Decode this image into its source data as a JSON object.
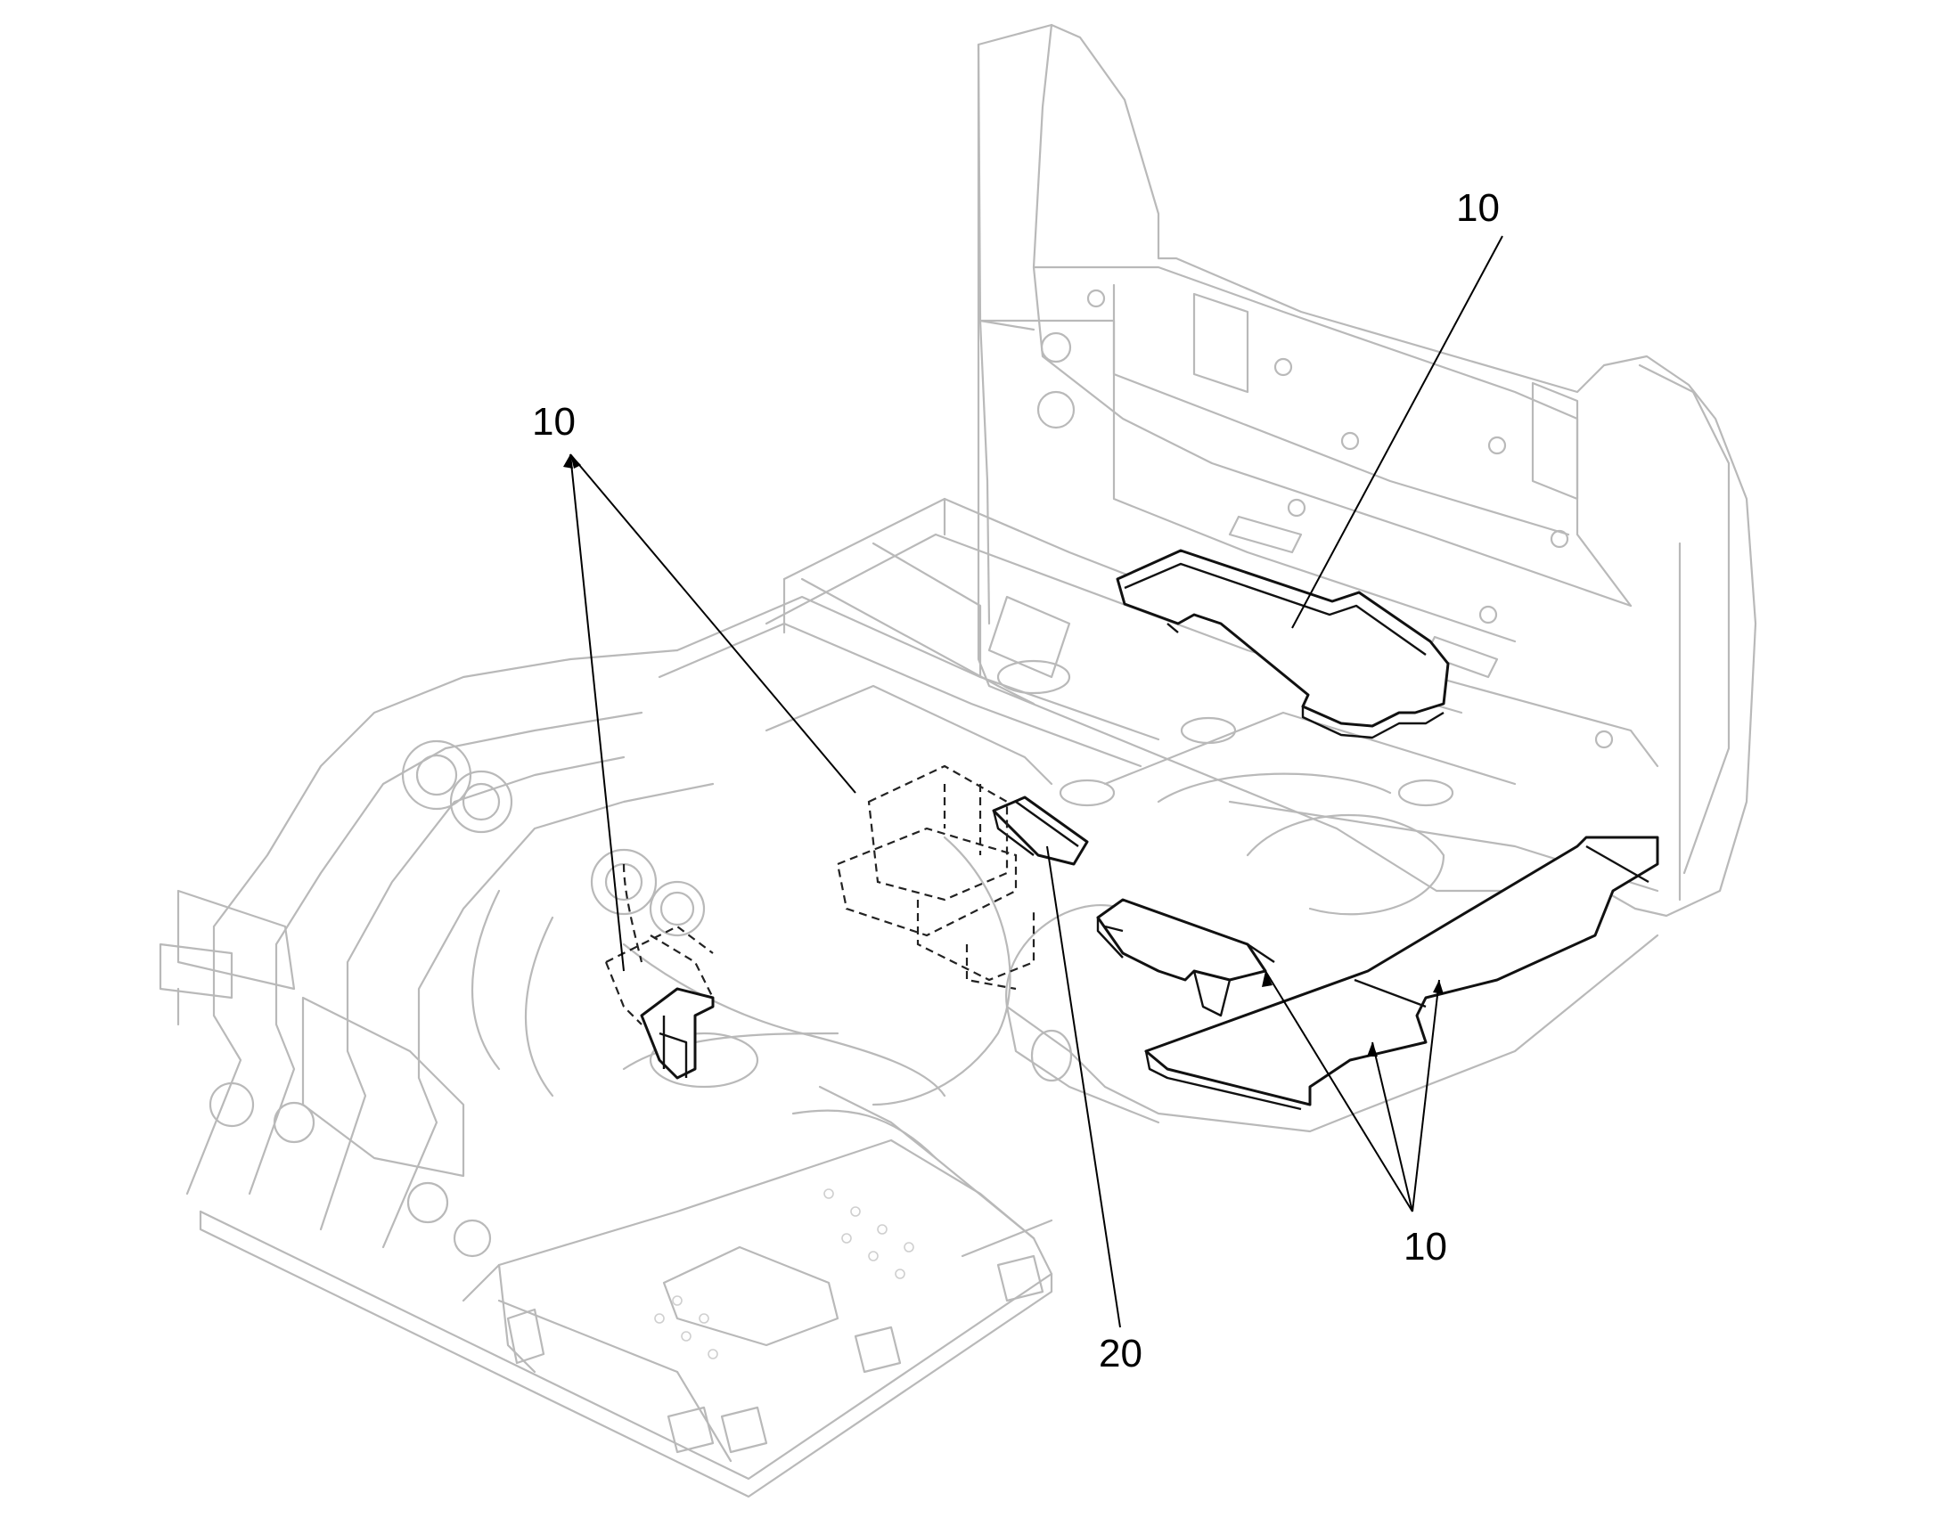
{
  "callouts": {
    "top_right": "10",
    "left": "10",
    "bottom_right": "10",
    "bottom": "20"
  },
  "colors": {
    "background": "#ffffff",
    "ghost_lines": "#b9b9b9",
    "highlighted_parts": "#111111",
    "leader_lines": "#000000"
  }
}
